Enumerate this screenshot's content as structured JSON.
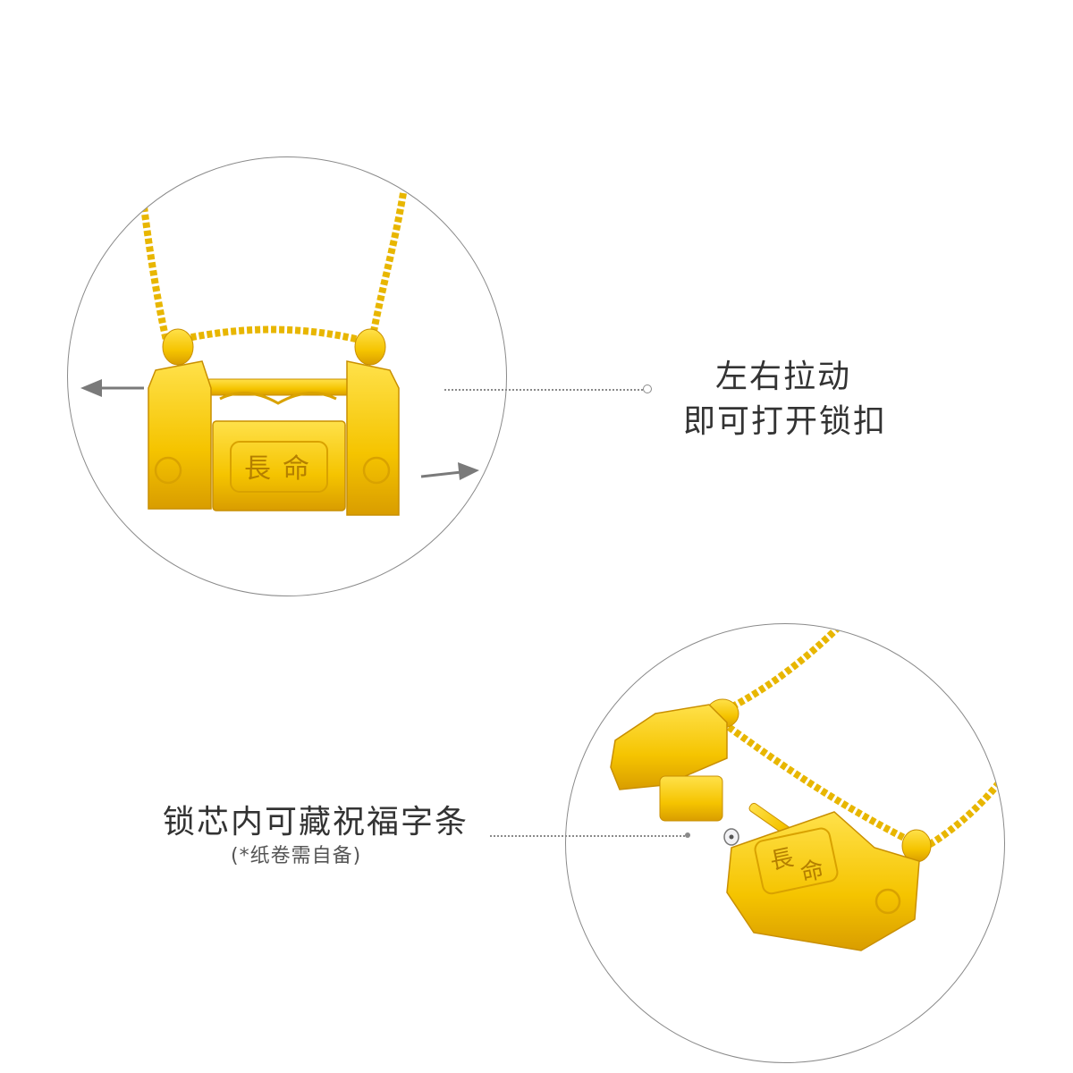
{
  "colors": {
    "gold_light": "#ffe14a",
    "gold_mid": "#f5c400",
    "gold_dark": "#c98f00",
    "arrow_gray": "#7a7a7a",
    "outline_gray": "#8a8a8a"
  },
  "top_panel": {
    "caption_line1": "左右拉动",
    "caption_line2": "即可打开锁扣",
    "engraving_left": "長",
    "engraving_right": "命"
  },
  "bottom_panel": {
    "caption_line1": "锁芯内可藏祝福字条",
    "caption_note": "(*纸卷需自备)",
    "engraving_left": "長",
    "engraving_right": "命"
  }
}
